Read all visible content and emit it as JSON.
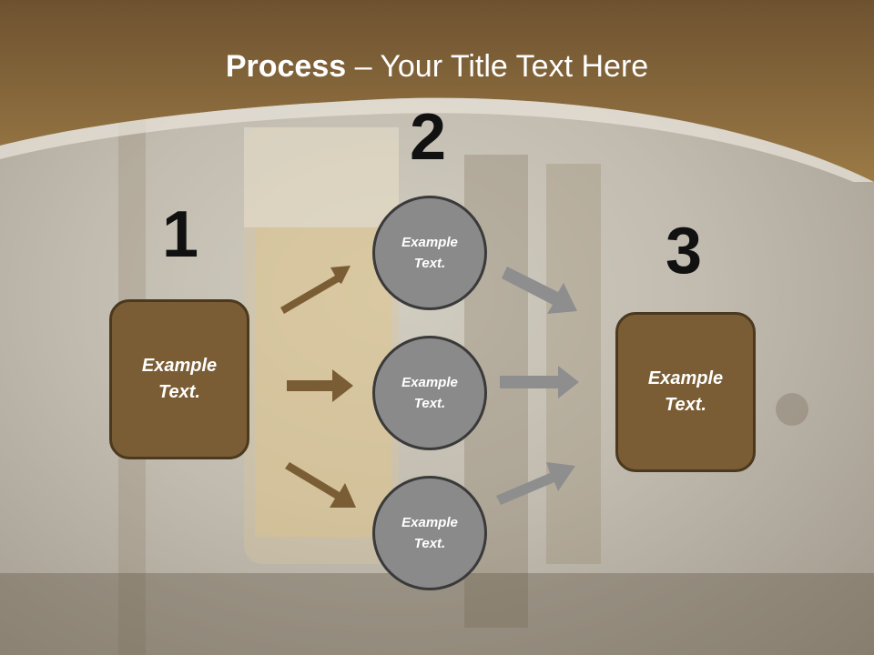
{
  "title": {
    "bold": "Process",
    "separator": " – ",
    "rest": "Your Title Text Here"
  },
  "numbers": [
    "1",
    "2",
    "3"
  ],
  "left_box": {
    "line1": "Example",
    "line2": "Text."
  },
  "right_box": {
    "line1": "Example",
    "line2": "Text."
  },
  "circles": [
    {
      "line1": "Example",
      "line2": "Text."
    },
    {
      "line1": "Example",
      "line2": "Text."
    },
    {
      "line1": "Example",
      "line2": "Text."
    }
  ],
  "colors": {
    "brown_box": "#7a5d34",
    "box_border": "#4a391f",
    "circle_fill": "#8a8a8a",
    "brown_arrow": "#7a5d34",
    "gray_arrow": "#8e8e8e",
    "header": "#8a6a3c"
  }
}
